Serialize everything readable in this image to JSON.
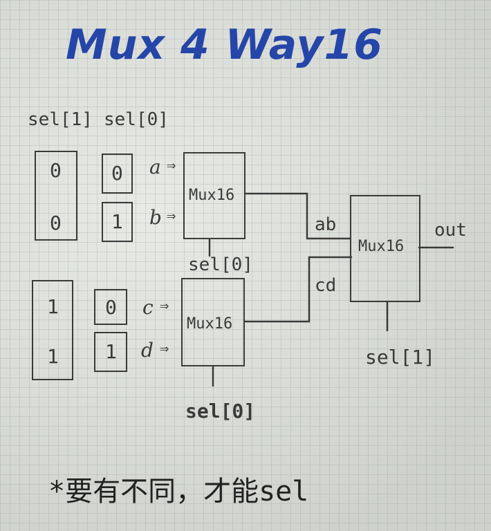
{
  "title": "Mux 4 Way16",
  "header": {
    "sel1": "sel[1]",
    "sel0": "sel[0]"
  },
  "truth_table": {
    "group1": {
      "sel1": [
        "0",
        "0"
      ],
      "sel0": [
        "0",
        "1"
      ],
      "inputs": [
        "a",
        "b"
      ]
    },
    "group2": {
      "sel1": [
        "1",
        "1"
      ],
      "sel0": [
        "0",
        "1"
      ],
      "inputs": [
        "c",
        "d"
      ]
    }
  },
  "mux_top": {
    "label": "Mux16",
    "sel": "sel[0]"
  },
  "mux_bottom": {
    "label": "Mux16",
    "sel": "sel[0]"
  },
  "mux_final": {
    "label": "Mux16",
    "sel": "sel[1]"
  },
  "wires": {
    "ab": "ab",
    "cd": "cd",
    "out": "out"
  },
  "arrow_glyph": "⇒",
  "note": "*要有不同，才能sel"
}
